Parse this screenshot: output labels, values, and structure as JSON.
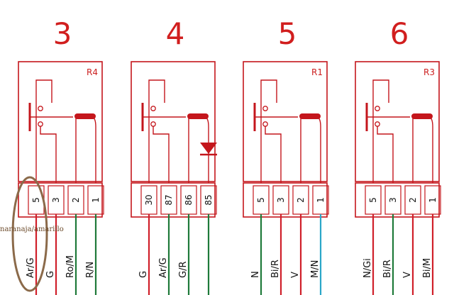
{
  "colors": {
    "outline": "#c4161c",
    "wire_red": "#d0202a",
    "wire_green": "#1f7a3a",
    "wire_cyan": "#2aa7c8",
    "wire_dark": "#8a1a1a",
    "annotation": "#8b6a4a"
  },
  "relays": [
    {
      "number": "3",
      "id": "R4",
      "component": "coil",
      "pins": [
        "5",
        "3",
        "2",
        "1"
      ],
      "wires": [
        {
          "label": "Ar/G",
          "color": "wire_red"
        },
        {
          "label": "G",
          "color": "wire_red"
        },
        {
          "label": "Ro/M",
          "color": "wire_green"
        },
        {
          "label": "R/N",
          "color": "wire_green"
        }
      ]
    },
    {
      "number": "4",
      "id": "",
      "component": "diode",
      "pins": [
        "30",
        "87",
        "86",
        "85"
      ],
      "wires": [
        {
          "label": "G",
          "color": "wire_red"
        },
        {
          "label": "Ar/G",
          "color": "wire_green"
        },
        {
          "label": "G/R",
          "color": "wire_green"
        },
        {
          "label": "",
          "color": "wire_green"
        }
      ]
    },
    {
      "number": "5",
      "id": "R1",
      "component": "coil",
      "pins": [
        "5",
        "3",
        "2",
        "1"
      ],
      "wires": [
        {
          "label": "N",
          "color": "wire_green"
        },
        {
          "label": "Bi/R",
          "color": "wire_red"
        },
        {
          "label": "V",
          "color": "wire_red"
        },
        {
          "label": "M/N",
          "color": "wire_cyan"
        }
      ]
    },
    {
      "number": "6",
      "id": "R3",
      "component": "coil",
      "pins": [
        "5",
        "3",
        "2",
        "1"
      ],
      "wires": [
        {
          "label": "N/Gi",
          "color": "wire_red"
        },
        {
          "label": "Bi/R",
          "color": "wire_green"
        },
        {
          "label": "V",
          "color": "wire_red"
        },
        {
          "label": "Bi/M",
          "color": "wire_red"
        }
      ]
    }
  ],
  "annotation": {
    "text": "naranaja/amarillo",
    "target_relay": "3",
    "target_pin": "5"
  }
}
